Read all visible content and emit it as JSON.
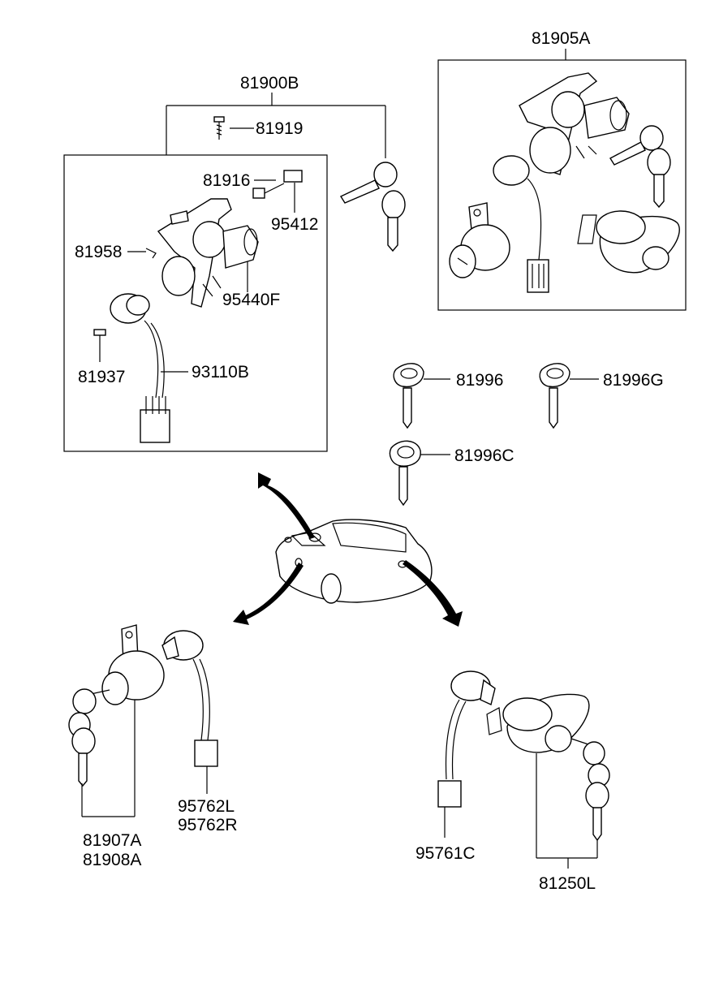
{
  "labels": {
    "p81905A": "81905A",
    "p81900B": "81900B",
    "p81919": "81919",
    "p81916": "81916",
    "p95412": "95412",
    "p81958": "81958",
    "p95440F": "95440F",
    "p81937": "81937",
    "p93110B": "93110B",
    "p81996": "81996",
    "p81996G": "81996G",
    "p81996C": "81996C",
    "p81907A": "81907A",
    "p81908A": "81908A",
    "p95762L": "95762L",
    "p95762R": "95762R",
    "p95761C": "95761C",
    "p81250L": "81250L"
  }
}
